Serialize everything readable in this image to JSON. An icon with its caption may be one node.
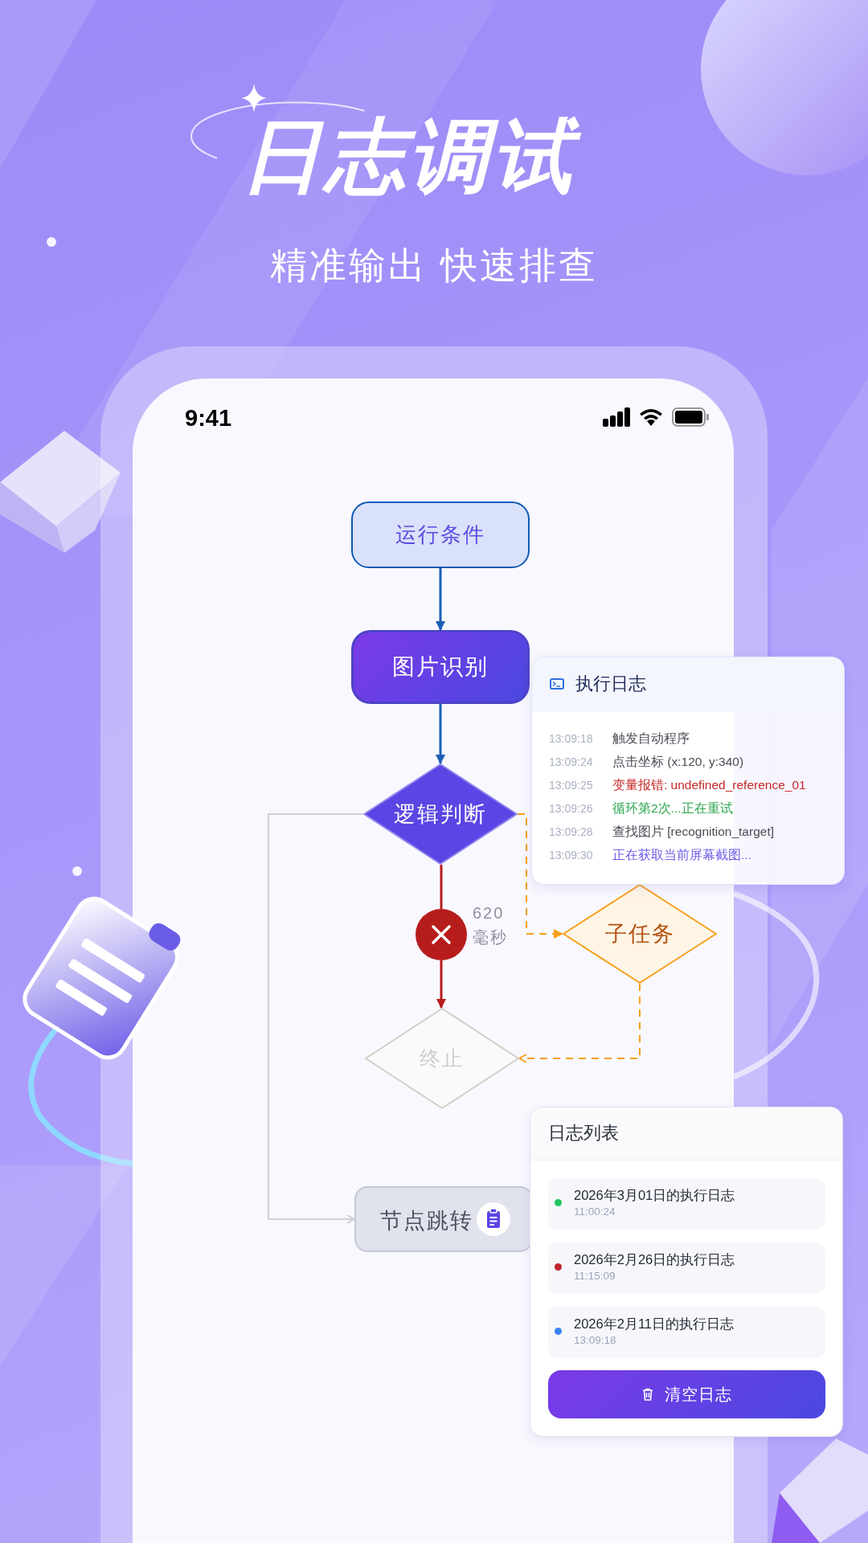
{
  "diagram": {
    "title": "日志调试",
    "nodes": [
      {
        "text": [
          "运行条件"
        ]
      },
      {
        "text": [
          "图片识别"
        ]
      },
      {
        "text": [
          "逻辑判断"
        ]
      },
      {
        "text": [],
        "shape": "circle",
        "beside": [
          "620 毫秒"
        ]
      },
      {
        "text": [
          "终止"
        ]
      },
      {
        "text": [
          "子任务"
        ]
      },
      {
        "text": [
          "节点跳转"
        ]
      },
      {
        "text": [
          "执行日志"
        ]
      },
      {
        "text": [
          "日志列表"
        ]
      },
      {
        "text": [
          "2026年3月01日的执行日志",
          "11:00:24"
        ],
        "in": 8
      },
      {
        "text": [
          "2026年2月26日的执行日志",
          "11:15:09"
        ],
        "in": 8
      },
      {
        "text": [
          "2026年2月11日的执行日志",
          "13:09:18"
        ],
        "in": 8
      },
      {
        "text": [
          "清空日志"
        ],
        "in": 8
      }
    ],
    "edges": [
      {
        "from": 0,
        "to": 1,
        "arrow": "to",
        "color": "#1a5fb4"
      },
      {
        "from": 1,
        "to": 2,
        "arrow": "to",
        "color": "#1a5fb4"
      },
      {
        "from": 2,
        "to": 3,
        "arrow": "none",
        "color": "#b71c1c"
      },
      {
        "from": 3,
        "to": 4,
        "arrow": "to",
        "color": "#b71c1c"
      },
      {
        "from": 2,
        "to": 6,
        "arrow": "to",
        "color": "#cfcfd4"
      },
      {
        "from": 2,
        "to": 5,
        "arrow": "to",
        "style": "dashed",
        "color": "#f5a01a"
      },
      {
        "from": 5,
        "to": 4,
        "arrow": "to",
        "style": "dashed",
        "color": "#f5a01a"
      }
    ],
    "labels": [
      "精准输出 快速排查",
      "9:41",
      "13:09:18",
      "触发自动程序",
      "13:09:24",
      "点击坐标 (x:120, y:340)",
      "13:09:25",
      "变量报错: undefined_reference_01",
      "13:09:26",
      "循环第2次...正在重试",
      "13:09:28",
      "查找图片 [recognition_target]",
      "13:09:30",
      "正在获取当前屏幕截图..."
    ]
  }
}
